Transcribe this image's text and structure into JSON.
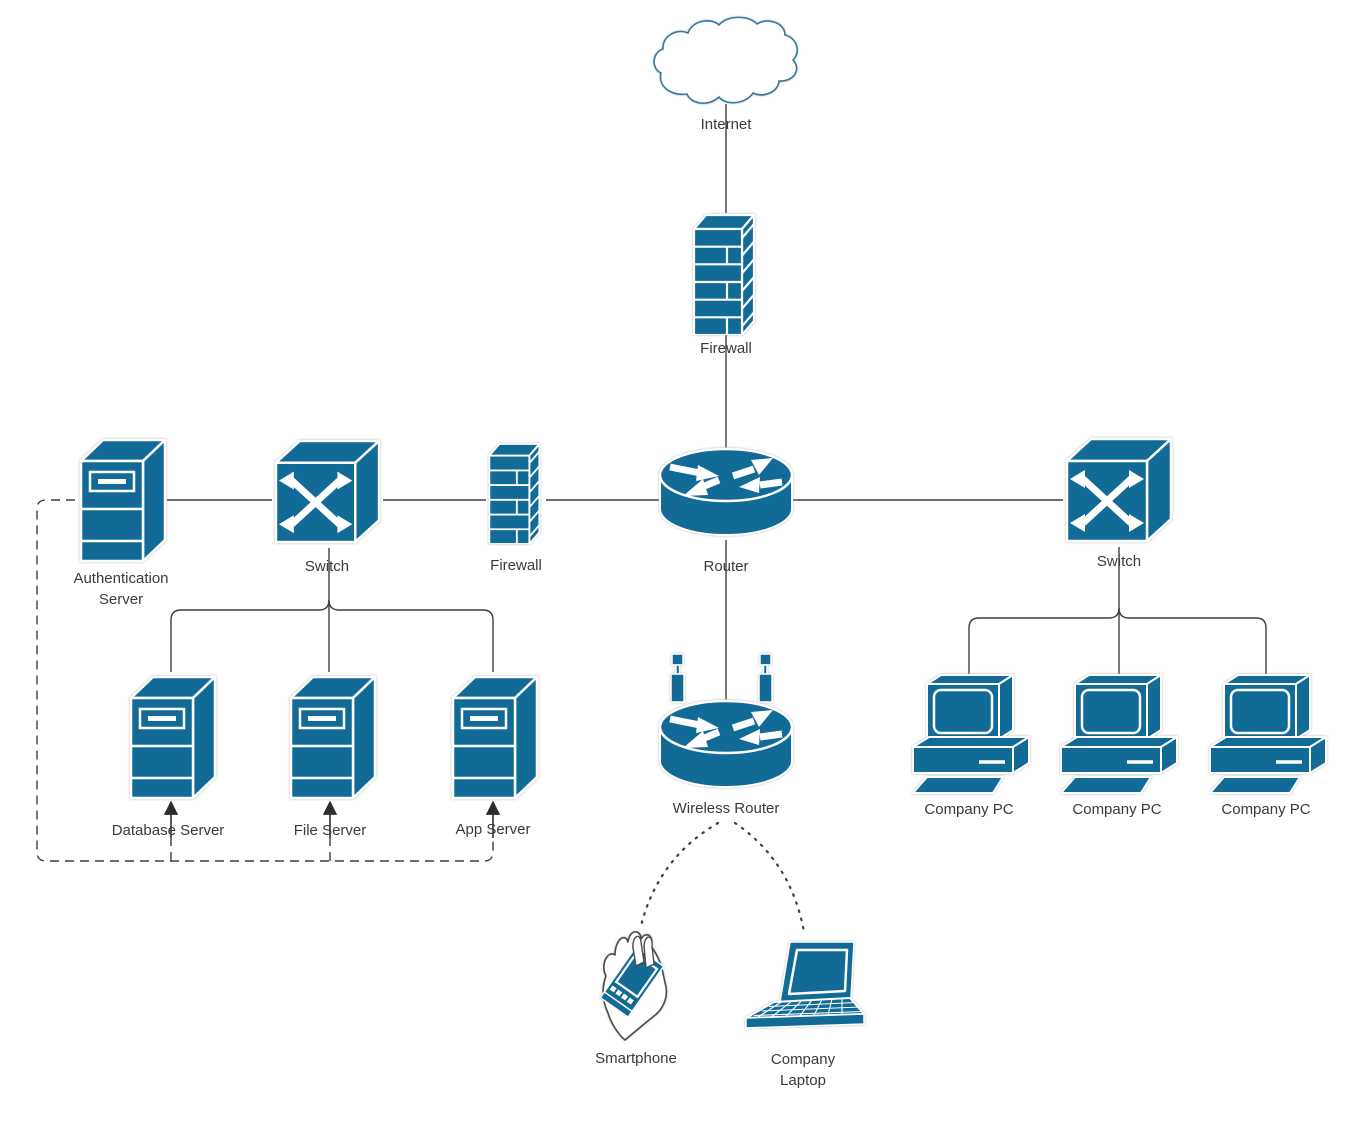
{
  "diagram": {
    "type": "network-topology",
    "colors": {
      "shape_fill": "#126a96",
      "shape_detail": "#ffffff",
      "connector": "#3f3f3f",
      "cloud_stroke": "#36789e",
      "label_text": "#3a3a3a",
      "background": "#ffffff"
    },
    "nodes": {
      "internet": {
        "label": "Internet",
        "icon": "cloud-icon"
      },
      "firewall_top": {
        "label": "Firewall",
        "icon": "firewall-icon"
      },
      "router": {
        "label": "Router",
        "icon": "router-icon"
      },
      "auth_server": {
        "label": "Authentication Server",
        "icon": "server-icon"
      },
      "switch_left": {
        "label": "Switch",
        "icon": "switch-icon"
      },
      "firewall_inner": {
        "label": "Firewall",
        "icon": "firewall-icon"
      },
      "switch_right": {
        "label": "Switch",
        "icon": "switch-icon"
      },
      "database_server": {
        "label": "Database Server",
        "icon": "server-icon"
      },
      "file_server": {
        "label": "File Server",
        "icon": "server-icon"
      },
      "app_server": {
        "label": "App Server",
        "icon": "server-icon"
      },
      "wireless_router": {
        "label": "Wireless Router",
        "icon": "wireless-router-icon"
      },
      "company_pc_1": {
        "label": "Company PC",
        "icon": "desktop-pc-icon"
      },
      "company_pc_2": {
        "label": "Company PC",
        "icon": "desktop-pc-icon"
      },
      "company_pc_3": {
        "label": "Company PC",
        "icon": "desktop-pc-icon"
      },
      "smartphone": {
        "label": "Smartphone",
        "icon": "smartphone-in-hand-icon"
      },
      "company_laptop": {
        "label": "Company Laptop",
        "icon": "laptop-icon"
      }
    },
    "connections": [
      {
        "from": "internet",
        "to": "firewall_top",
        "style": "solid"
      },
      {
        "from": "firewall_top",
        "to": "router",
        "style": "solid"
      },
      {
        "from": "auth_server",
        "to": "switch_left",
        "style": "solid"
      },
      {
        "from": "switch_left",
        "to": "firewall_inner",
        "style": "solid"
      },
      {
        "from": "firewall_inner",
        "to": "router",
        "style": "solid"
      },
      {
        "from": "router",
        "to": "switch_right",
        "style": "solid"
      },
      {
        "from": "switch_left",
        "to": "database_server",
        "style": "solid"
      },
      {
        "from": "switch_left",
        "to": "file_server",
        "style": "solid"
      },
      {
        "from": "switch_left",
        "to": "app_server",
        "style": "solid"
      },
      {
        "from": "router",
        "to": "wireless_router",
        "style": "solid"
      },
      {
        "from": "switch_right",
        "to": "company_pc_1",
        "style": "solid"
      },
      {
        "from": "switch_right",
        "to": "company_pc_2",
        "style": "solid"
      },
      {
        "from": "switch_right",
        "to": "company_pc_3",
        "style": "solid"
      },
      {
        "from": "wireless_router",
        "to": "smartphone",
        "style": "dotted"
      },
      {
        "from": "wireless_router",
        "to": "company_laptop",
        "style": "dotted"
      },
      {
        "from": "auth_server",
        "to": "database_server",
        "style": "dashed-arrow"
      },
      {
        "from": "auth_server",
        "to": "file_server",
        "style": "dashed-arrow"
      },
      {
        "from": "auth_server",
        "to": "app_server",
        "style": "dashed-arrow"
      }
    ]
  }
}
